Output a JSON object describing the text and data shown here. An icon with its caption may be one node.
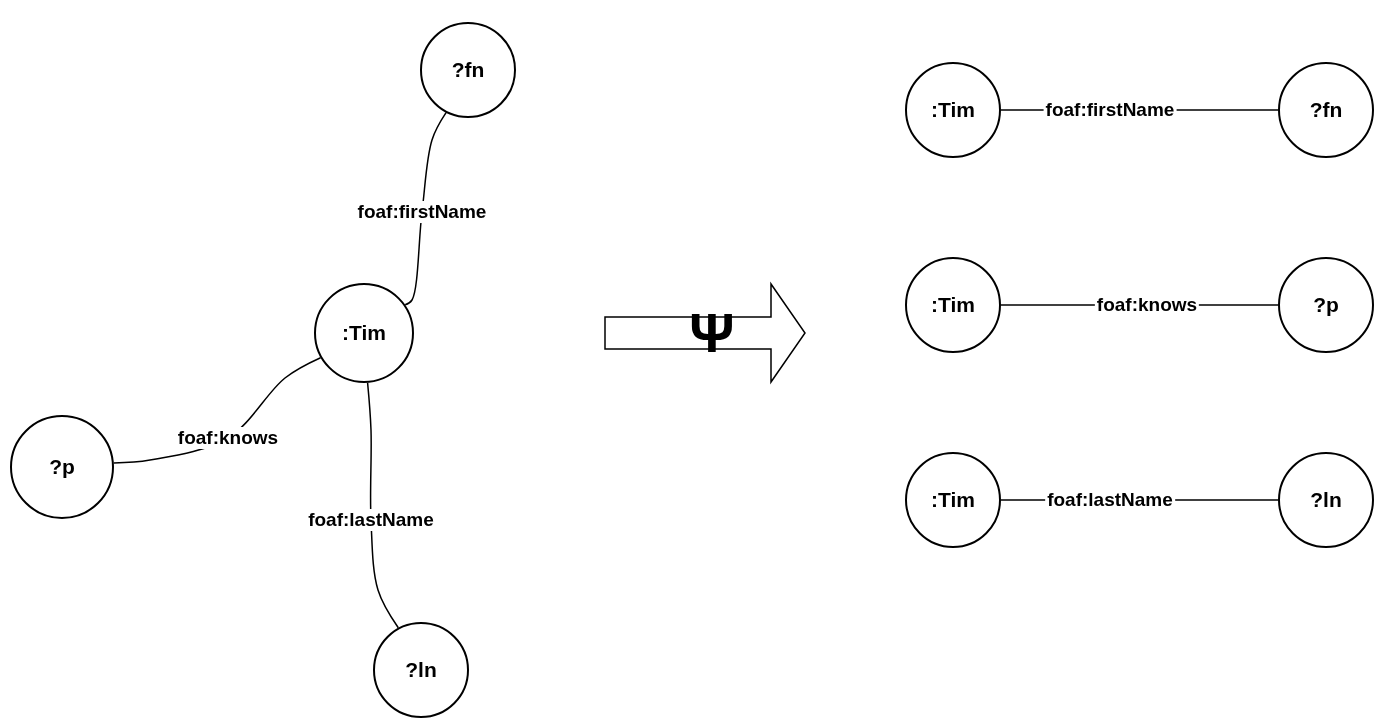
{
  "diagram": {
    "nodes": [
      {
        "text": [
          "?fn"
        ]
      },
      {
        "text": [
          ":Tim"
        ]
      },
      {
        "text": [
          "?p"
        ]
      },
      {
        "text": [
          "?ln"
        ]
      },
      {
        "text": [
          ":Tim"
        ]
      },
      {
        "text": [
          "?fn"
        ]
      },
      {
        "text": [
          ":Tim"
        ]
      },
      {
        "text": [
          "?p"
        ]
      },
      {
        "text": [
          ":Tim"
        ]
      },
      {
        "text": [
          "?ln"
        ]
      }
    ],
    "edges": [
      {
        "from": 1,
        "to": 0,
        "arrow": "none",
        "label": "foaf:firstName"
      },
      {
        "from": 1,
        "to": 2,
        "arrow": "none",
        "label": "foaf:knows"
      },
      {
        "from": 1,
        "to": 3,
        "arrow": "none",
        "label": "foaf:lastName"
      },
      {
        "from": 4,
        "to": 5,
        "arrow": "none",
        "label": "foaf:firstName"
      },
      {
        "from": 6,
        "to": 7,
        "arrow": "none",
        "label": "foaf:knows"
      },
      {
        "from": 8,
        "to": 9,
        "arrow": "none",
        "label": "foaf:lastName"
      }
    ],
    "labels": [
      "Ψ"
    ]
  }
}
